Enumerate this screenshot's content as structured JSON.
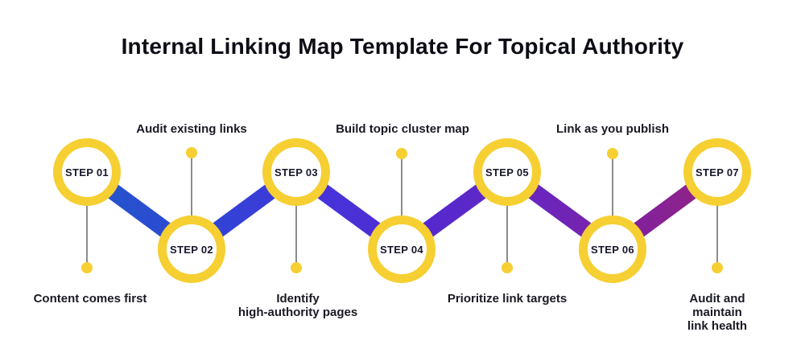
{
  "title": "Internal Linking Map Template For Topical Authority",
  "colors": {
    "node_ring_yellow": "#f6cf32",
    "dot_yellow": "#f6cf32",
    "text_dark": "#1a1a24",
    "thin_line": "#4f4f4f",
    "connector_gradient": [
      "#2456cb",
      "#2e46d4",
      "#4633da",
      "#5529ce",
      "#6a25bd",
      "#83219a",
      "#932383"
    ]
  },
  "steps": [
    {
      "label": "STEP 01",
      "caption": "Content comes first",
      "caption_side": "bottom"
    },
    {
      "label": "STEP 02",
      "caption": "Audit existing links",
      "caption_side": "top"
    },
    {
      "label": "STEP 03",
      "caption": "Identify\nhigh-authority pages",
      "caption_side": "bottom"
    },
    {
      "label": "STEP 04",
      "caption": "Build topic cluster map",
      "caption_side": "top"
    },
    {
      "label": "STEP 05",
      "caption": "Prioritize link targets",
      "caption_side": "bottom"
    },
    {
      "label": "STEP 06",
      "caption": "Link as you publish",
      "caption_side": "top"
    },
    {
      "label": "STEP 07",
      "caption": "Audit and maintain\nlink health",
      "caption_side": "bottom"
    }
  ]
}
